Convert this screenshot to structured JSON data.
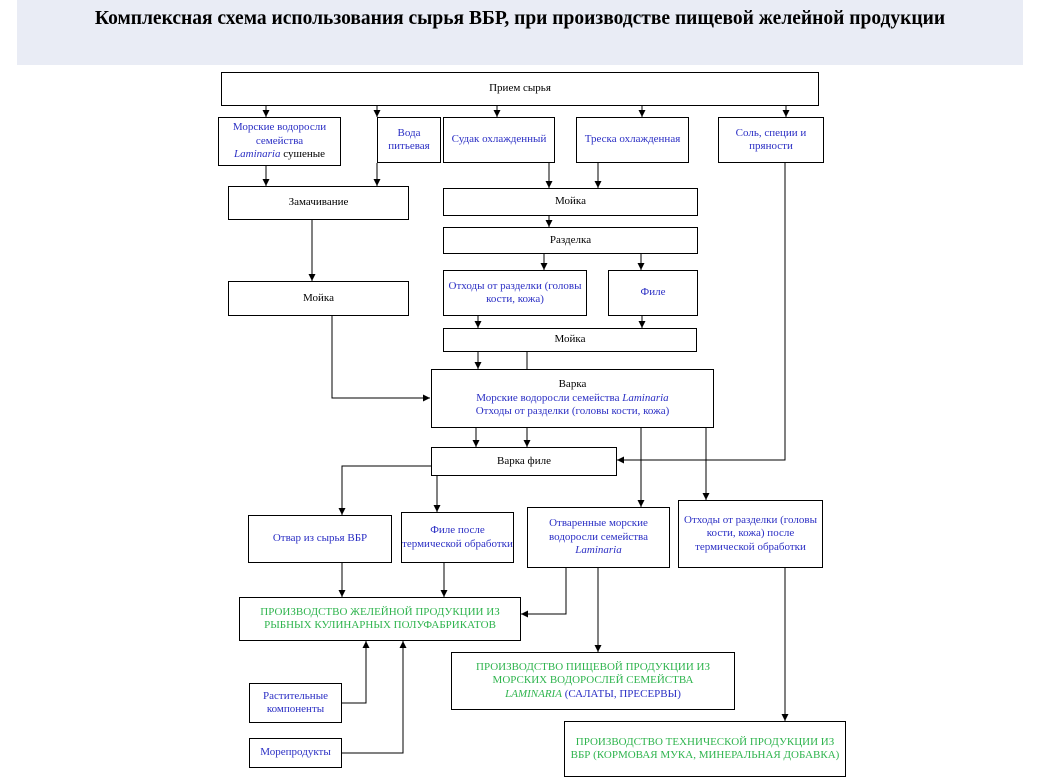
{
  "title": "Комплексная схема использования сырья ВБР, при производстве пищевой желейной продукции",
  "colors": {
    "text_blue": "#2b2fc4",
    "text_green": "#2fb44e",
    "line": "#000000",
    "title_bg": "#e9ecf5"
  },
  "nodes": {
    "priem": "Прием сырья",
    "seaweed_a": "Морские водоросли семейства",
    "seaweed_b": "Laminaria",
    "seaweed_c": " сушеные",
    "water": "Вода питьевая",
    "sudak": "Судак охлажденный",
    "treska": "Треска охлажденная",
    "salt": "Соль, специи и пряности",
    "zamach": "Замачивание",
    "moyka1": "Мойка",
    "razdelka": "Разделка",
    "moyka_left": "Мойка",
    "othody": "Отходы от разделки (головы  кости, кожа)",
    "file": "Филе",
    "moyka2": "Мойка",
    "varka_title": "Варка",
    "varka_line2a": "Морские водоросли семейства ",
    "varka_line2b": "Laminaria",
    "varka_line3": "Отходы от разделки (головы  кости, кожа)",
    "varka_file": "Варка филе",
    "otvar": "Отвар из сырья ВБР",
    "file_after": "Филе после термической обработки",
    "otvar_seaweed_a": "Отваренные морские водоросли семейства",
    "otvar_seaweed_b": "Laminaria",
    "othody_after": "Отходы от разделки (головы  кости, кожа) после термической обработки",
    "prod_jelly": "ПРОИЗВОДСТВО ЖЕЛЕЙНОЙ ПРОДУКЦИИ ИЗ РЫБНЫХ КУЛИНАРНЫХ ПОЛУФАБРИКАТОВ",
    "prod_food_a": "ПРОИЗВОДСТВО ПИЩЕВОЙ ПРОДУКЦИИ ИЗ МОРСКИХ ВОДОРОСЛЕЙ СЕМЕЙСТВА",
    "prod_food_b": "LAMINARIA",
    "prod_food_c": " (САЛАТЫ, ПРЕСЕРВЫ)",
    "plant": "Растительные компоненты",
    "seafood": "Морепродукты",
    "prod_tech": "ПРОИЗВОДСТВО ТЕХНИЧЕСКОЙ ПРОДУКЦИИ ИЗ ВБР (КОРМОВАЯ МУКА, МИНЕРАЛЬНАЯ ДОБАВКА)"
  }
}
